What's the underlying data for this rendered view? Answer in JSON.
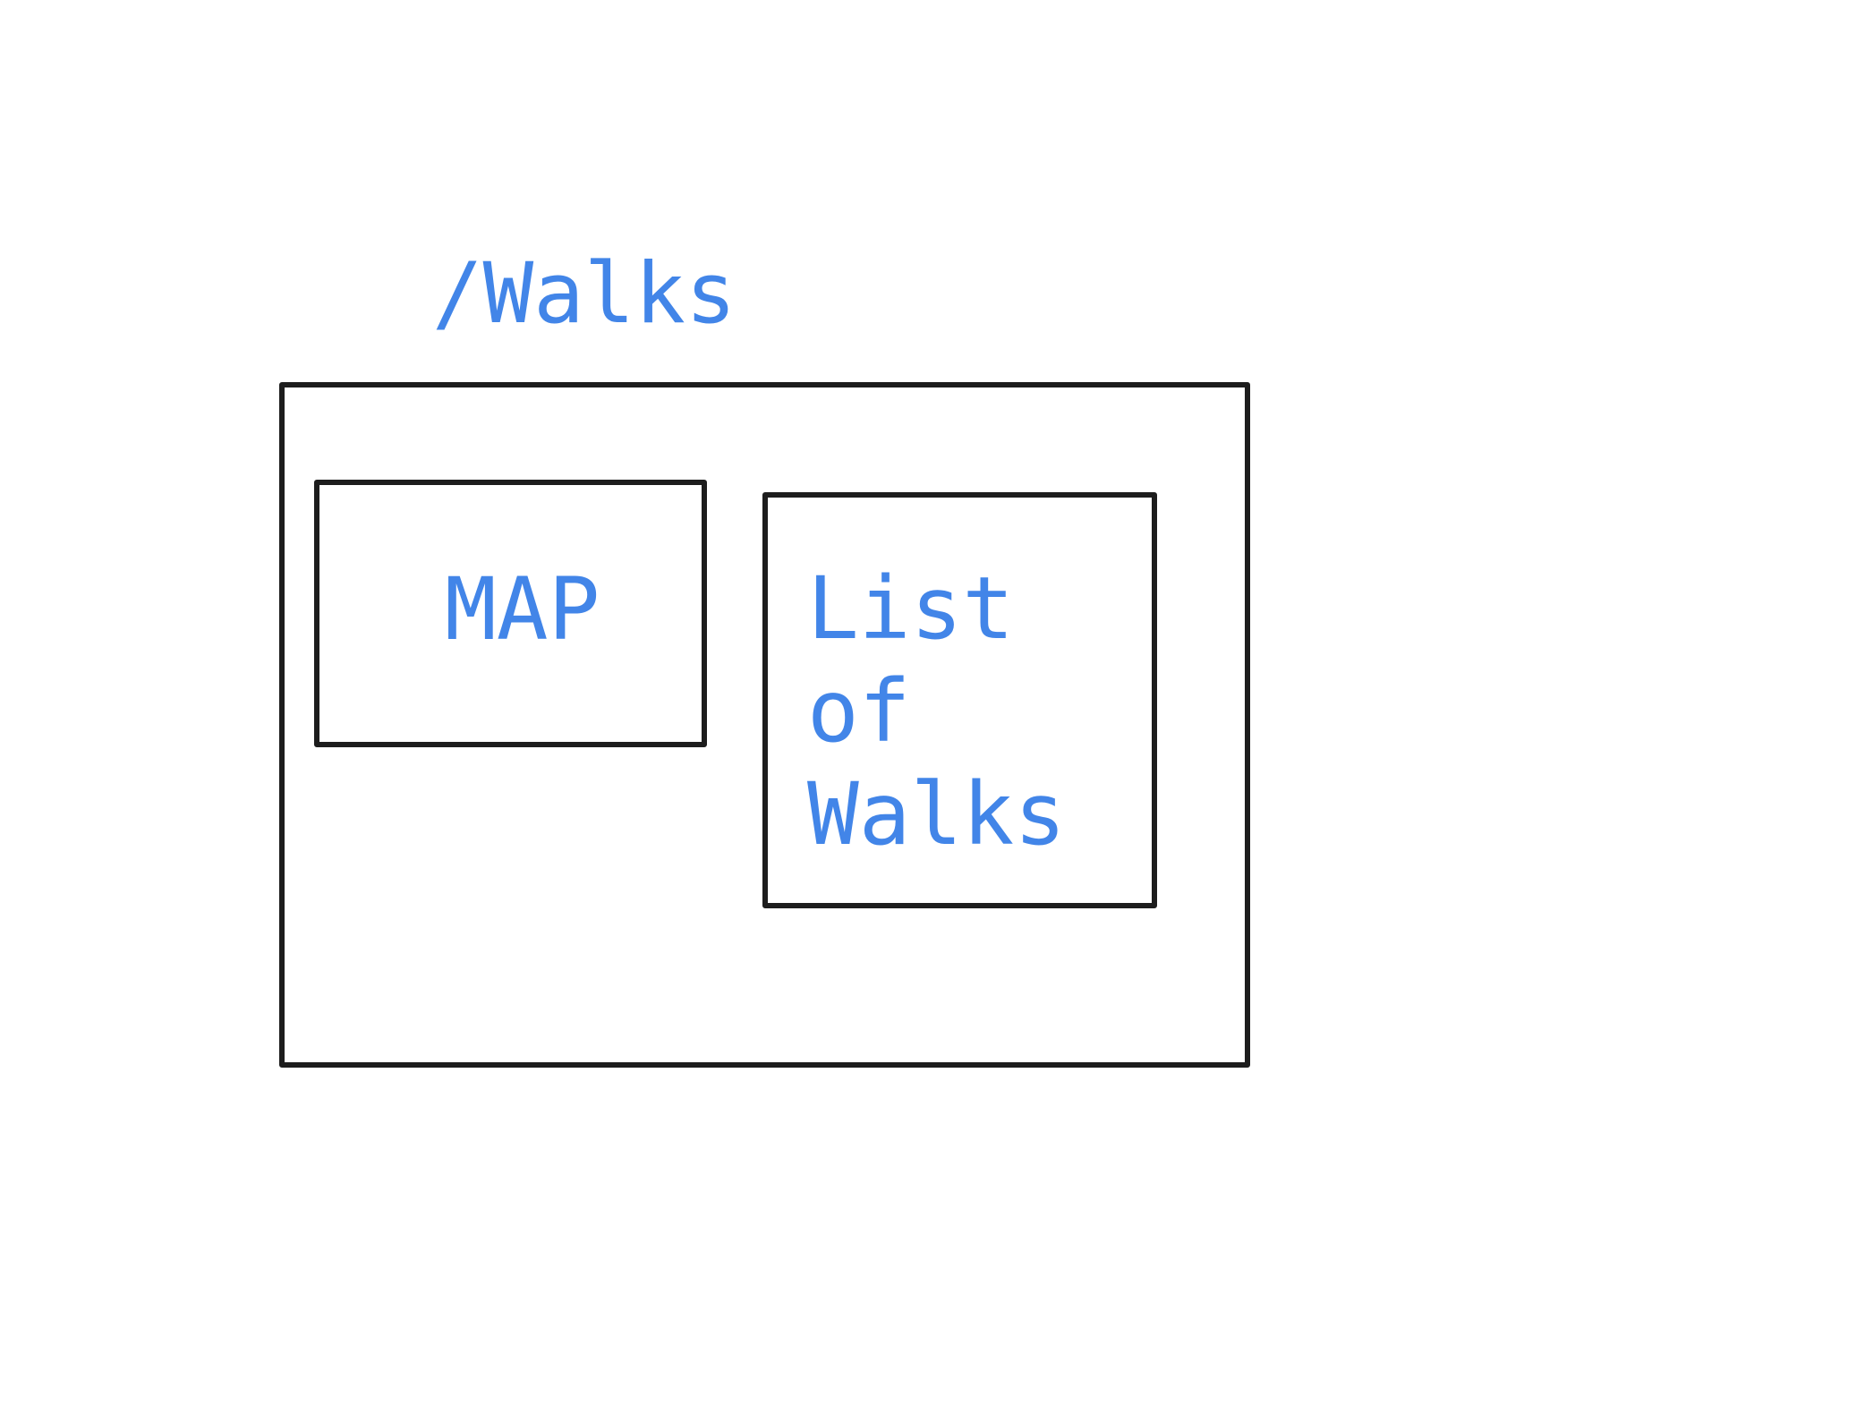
{
  "diagram": {
    "route_label": "/Walks",
    "map_label": "MAP",
    "list_label_lines": [
      "List",
      "of",
      "Walks"
    ],
    "colors": {
      "text": "#4285e8",
      "stroke": "#1d1d1d",
      "background": "#ffffff"
    }
  }
}
